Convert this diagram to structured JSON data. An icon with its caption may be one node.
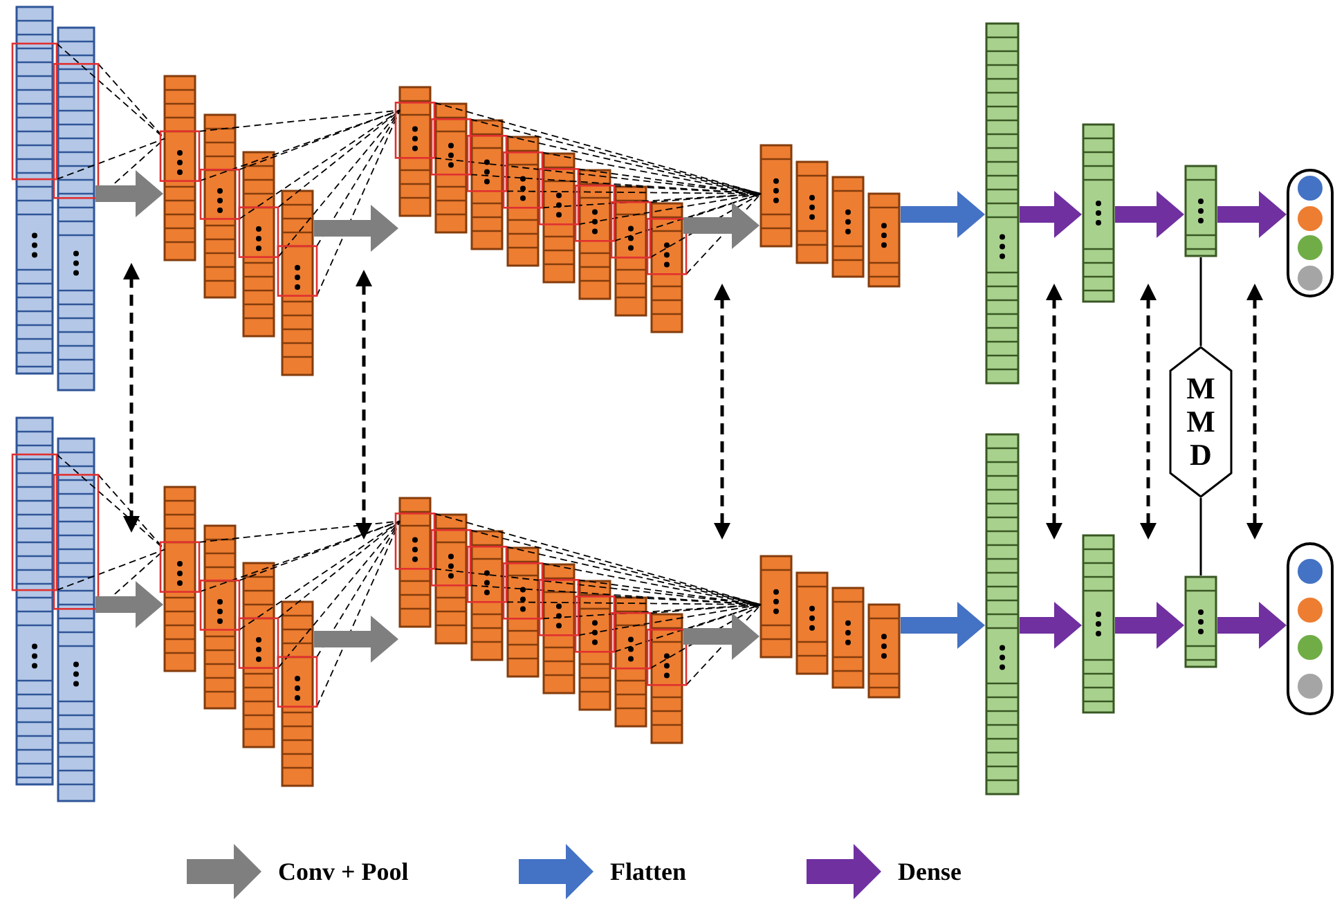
{
  "diagram": {
    "nodes": [
      {
        "text": [],
        "shape": "bar"
      },
      {
        "text": [],
        "shape": "bar"
      },
      {
        "text": [],
        "shape": "bar"
      },
      {
        "text": [],
        "shape": "bar"
      },
      {
        "text": [],
        "shape": "bar"
      },
      {
        "text": [],
        "shape": "bar"
      },
      {
        "text": [],
        "shape": "bar"
      },
      {
        "text": [],
        "shape": "box"
      },
      {
        "text": [],
        "shape": "bar"
      },
      {
        "text": [],
        "shape": "bar"
      },
      {
        "text": [],
        "shape": "bar"
      },
      {
        "text": [],
        "shape": "bar"
      },
      {
        "text": [],
        "shape": "bar"
      },
      {
        "text": [],
        "shape": "bar"
      },
      {
        "text": [],
        "shape": "bar"
      },
      {
        "text": [],
        "shape": "box"
      },
      {
        "text": [
          "MMD"
        ]
      }
    ],
    "edges": [
      {
        "from": 0,
        "to": 1,
        "arrow": "to",
        "color": "#7f7f7f"
      },
      {
        "from": 1,
        "to": 2,
        "arrow": "to",
        "color": "#7f7f7f"
      },
      {
        "from": 2,
        "to": 3,
        "arrow": "to",
        "color": "#7f7f7f"
      },
      {
        "from": 3,
        "to": 4,
        "arrow": "to",
        "color": "#4472c4"
      },
      {
        "from": 4,
        "to": 5,
        "arrow": "to",
        "color": "#7030a0"
      },
      {
        "from": 5,
        "to": 6,
        "arrow": "to",
        "color": "#7030a0"
      },
      {
        "from": 6,
        "to": 7,
        "arrow": "to",
        "color": "#7030a0"
      },
      {
        "from": 8,
        "to": 9,
        "arrow": "to",
        "color": "#7f7f7f"
      },
      {
        "from": 9,
        "to": 10,
        "arrow": "to",
        "color": "#7f7f7f"
      },
      {
        "from": 10,
        "to": 11,
        "arrow": "to",
        "color": "#7f7f7f"
      },
      {
        "from": 11,
        "to": 12,
        "arrow": "to",
        "color": "#4472c4"
      },
      {
        "from": 12,
        "to": 13,
        "arrow": "to",
        "color": "#7030a0"
      },
      {
        "from": 13,
        "to": 14,
        "arrow": "to",
        "color": "#7030a0"
      },
      {
        "from": 14,
        "to": 15,
        "arrow": "to",
        "color": "#7030a0"
      },
      {
        "from": 6,
        "to": 16,
        "arrow": "none",
        "color": "#000000"
      },
      {
        "from": 16,
        "to": 14,
        "arrow": "none",
        "color": "#000000"
      }
    ],
    "legend": [
      {
        "text": "Conv + Pool"
      },
      {
        "text": "Flatten"
      },
      {
        "text": "Dense"
      }
    ]
  }
}
